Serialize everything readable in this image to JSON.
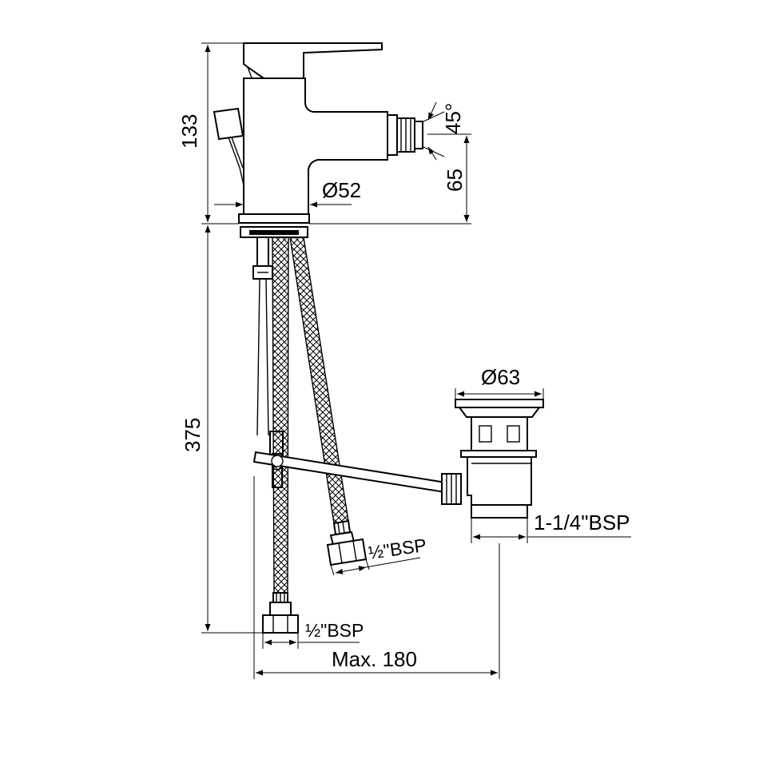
{
  "dimensions": {
    "height_top": "133",
    "spout_height": "65",
    "spray_angle": "45°",
    "base_diameter": "Ø52",
    "height_below": "375",
    "waste_diameter": "Ø63",
    "waste_thread": "1-1/4\"BSP",
    "hose_thread_right": "½\"BSP",
    "hose_thread_left": "½\"BSP",
    "max_reach": "Max. 180"
  },
  "colors": {
    "line": "#000000",
    "background": "#ffffff"
  }
}
